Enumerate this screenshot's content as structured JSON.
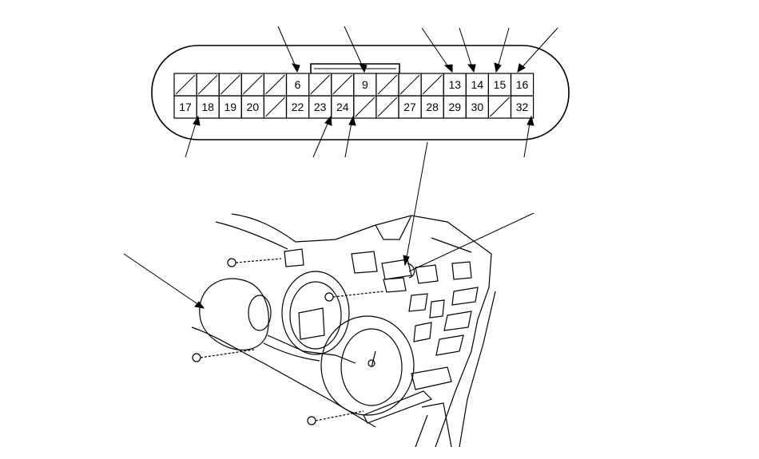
{
  "connector": {
    "top_row": [
      "",
      "",
      "",
      "",
      "",
      "6",
      "",
      "",
      "9",
      "",
      "",
      "",
      "13",
      "14",
      "15",
      "16"
    ],
    "bottom_row": [
      "17",
      "18",
      "19",
      "20",
      "",
      "22",
      "23",
      "24",
      "",
      "",
      "27",
      "28",
      "29",
      "30",
      "",
      "32"
    ]
  }
}
